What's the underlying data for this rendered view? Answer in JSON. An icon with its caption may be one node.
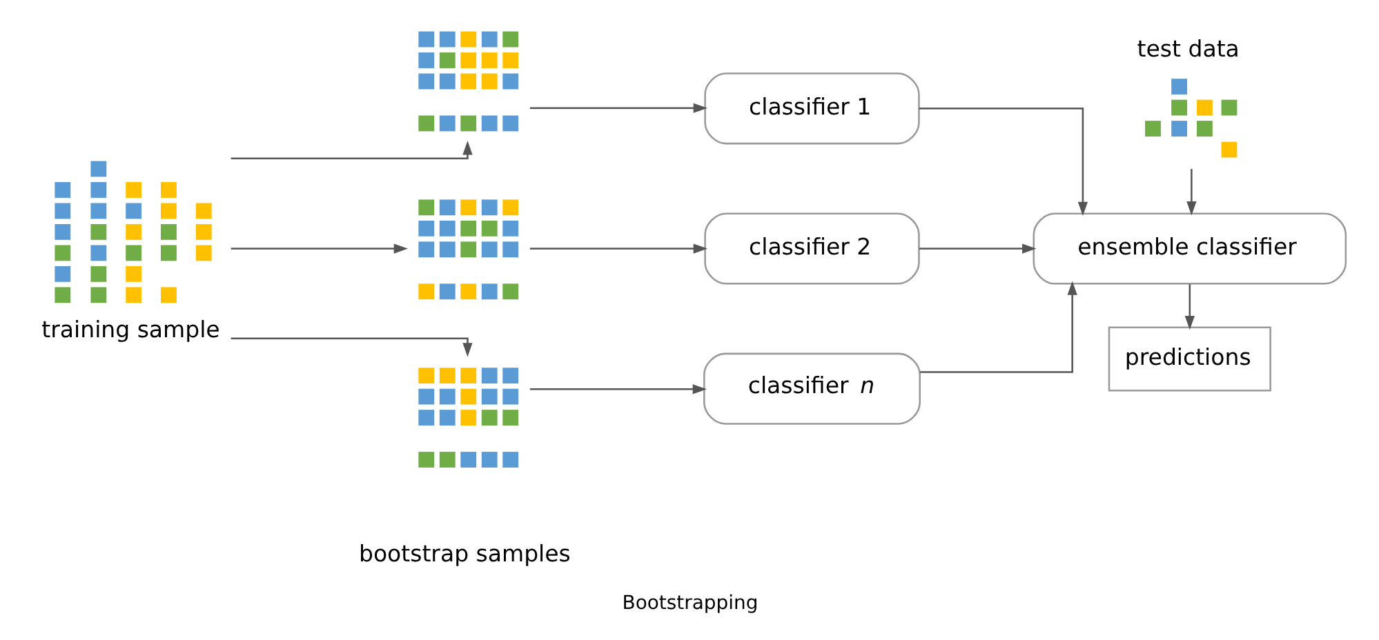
{
  "diagram": {
    "caption": "Bootstrapping",
    "nodes": [
      {
        "text": [
          "training sample"
        ]
      },
      {
        "text": [],
        "shape": "picture"
      },
      {
        "text": [],
        "shape": "picture"
      },
      {
        "text": [],
        "shape": "picture"
      },
      {
        "text": [
          "classifier 1"
        ]
      },
      {
        "text": [
          "classifier 2"
        ]
      },
      {
        "text": [
          "classifier *n*"
        ]
      },
      {
        "text": [
          "test data"
        ]
      },
      {
        "text": [
          "ensemble classifier"
        ]
      },
      {
        "text": [
          "predictions"
        ]
      }
    ],
    "edges": [
      {
        "from": 0,
        "to": 1,
        "arrow": "to"
      },
      {
        "from": 0,
        "to": 2,
        "arrow": "to"
      },
      {
        "from": 0,
        "to": 3,
        "arrow": "to"
      },
      {
        "from": 1,
        "to": 4,
        "arrow": "to"
      },
      {
        "from": 2,
        "to": 5,
        "arrow": "to"
      },
      {
        "from": 3,
        "to": 6,
        "arrow": "to"
      },
      {
        "from": 4,
        "to": 8,
        "arrow": "to"
      },
      {
        "from": 5,
        "to": 8,
        "arrow": "to"
      },
      {
        "from": 6,
        "to": 8,
        "arrow": "to"
      },
      {
        "from": 7,
        "to": 8,
        "arrow": "to"
      },
      {
        "from": 8,
        "to": 9,
        "arrow": "to"
      }
    ],
    "labels": [
      "bootstrap samples"
    ]
  }
}
